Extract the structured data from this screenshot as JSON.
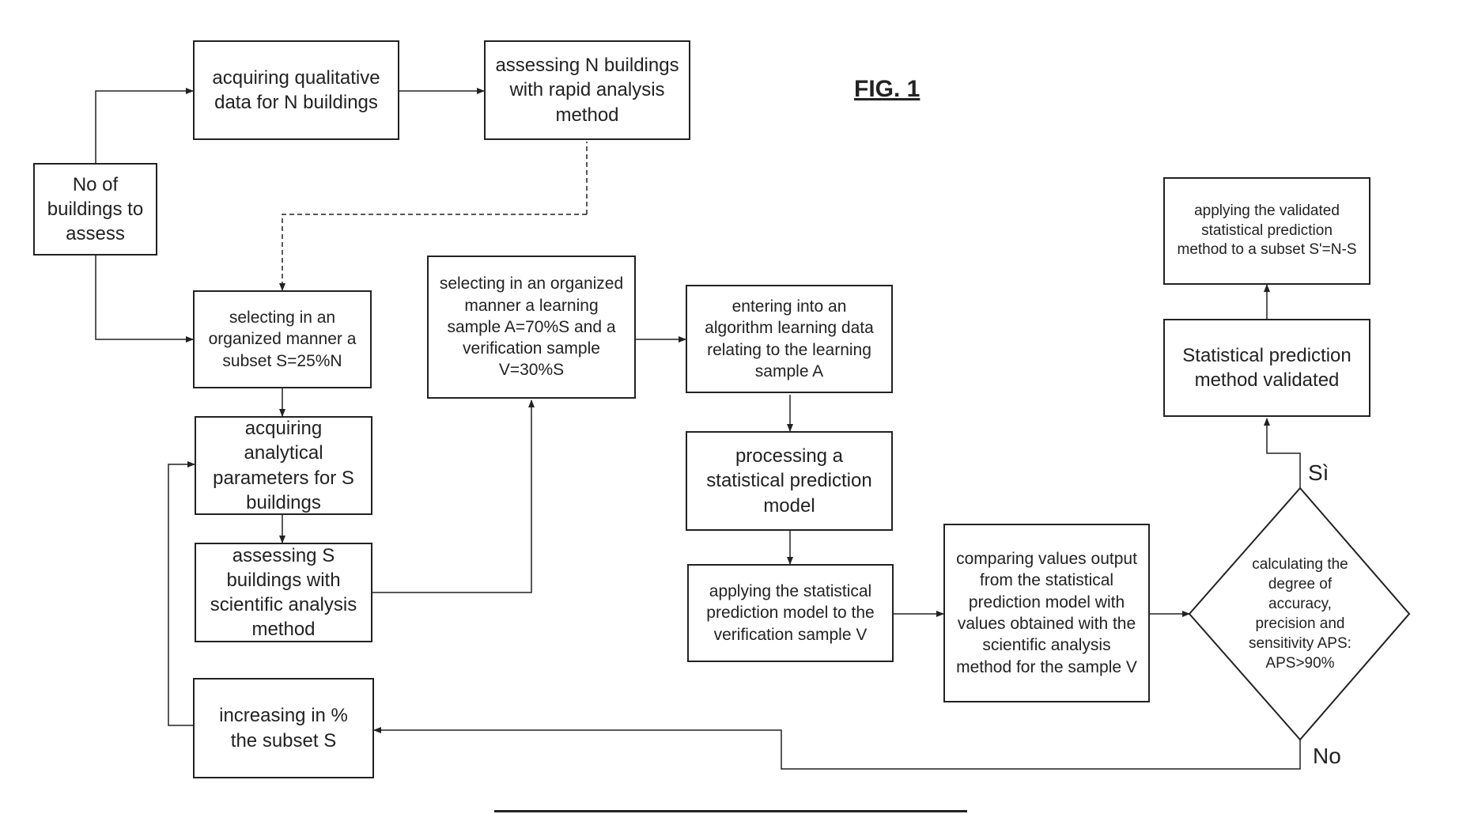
{
  "figure": {
    "title": "FIG. 1"
  },
  "nodes": {
    "start": "No of buildings to assess",
    "acquire_qualitative": "acquiring qualitative data for N buildings",
    "assess_rapid": "assessing N buildings with rapid analysis method",
    "select_subset": "selecting in an organized manner a subset S=25%N",
    "acquire_analytical": "acquiring analytical parameters for S buildings",
    "assess_scientific": "assessing S buildings with scientific analysis method",
    "increase_subset": "increasing in % the subset S",
    "select_samples": "selecting in an organized manner a learning sample A=70%S and a verification sample V=30%S",
    "enter_learning": "entering into an algorithm learning data relating to the learning sample A",
    "process_model": "processing a statistical prediction model",
    "apply_model": "applying the statistical prediction model to the verification sample V",
    "compare_values": "comparing values output from the statistical prediction model with values obtained with the scientific analysis method for the sample V",
    "decision": "calculating the degree of accuracy, precision and sensitivity APS: APS>90%",
    "validated": "Statistical prediction method validated",
    "apply_validated": "applying the validated statistical prediction method to a subset S'=N-S"
  },
  "branches": {
    "yes": "Sì",
    "no": "No"
  },
  "colors": {
    "line": "#222222",
    "background": "#ffffff"
  }
}
